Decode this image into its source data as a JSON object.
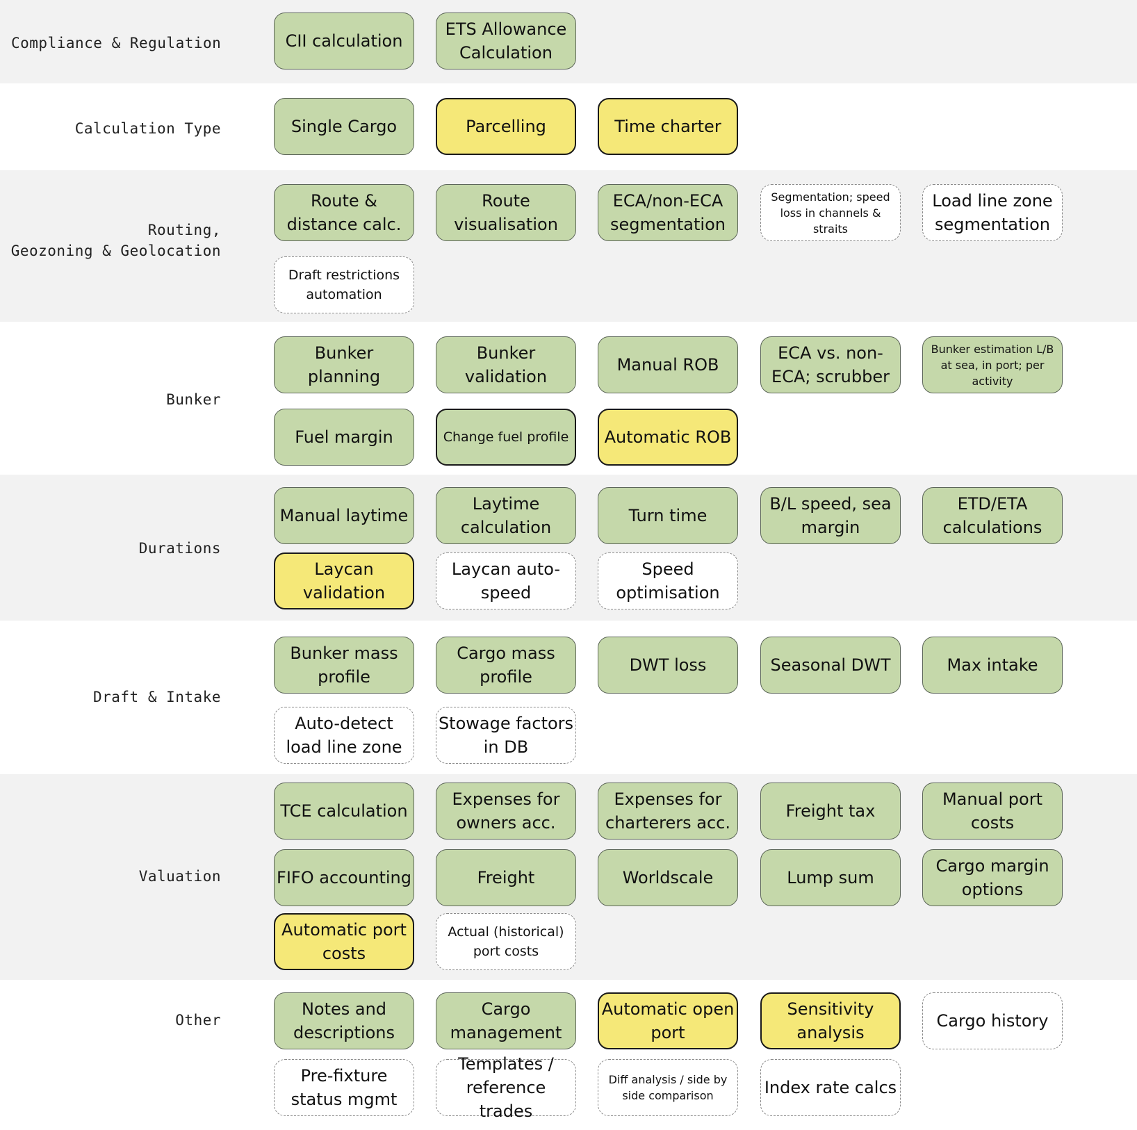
{
  "colors": {
    "implemented_fill": "#c5d8aa",
    "new_fill": "#f5e878",
    "planned_fill": "#ffffff",
    "band_shade": "#f2f2f2"
  },
  "categories": [
    {
      "label_lines": [
        "Compliance & Regulation"
      ],
      "items": [
        {
          "text": "CII calculation",
          "status": "implemented"
        },
        {
          "text": "ETS Allowance Calculation",
          "status": "implemented"
        }
      ]
    },
    {
      "label_lines": [
        "Calculation Type"
      ],
      "items": [
        {
          "text": "Single Cargo",
          "status": "implemented"
        },
        {
          "text": "Parcelling",
          "status": "new"
        },
        {
          "text": "Time charter",
          "status": "new"
        }
      ]
    },
    {
      "label_lines": [
        "Routing,",
        "Geozoning & Geolocation"
      ],
      "items": [
        {
          "text": "Route & distance calc.",
          "status": "implemented"
        },
        {
          "text": "Route visualisation",
          "status": "implemented"
        },
        {
          "text": "ECA/non-ECA segmentation",
          "status": "implemented"
        },
        {
          "text": "Segmentation; speed loss in channels & straits",
          "status": "planned"
        },
        {
          "text": "Load line zone segmentation",
          "status": "planned"
        },
        {
          "text": "Draft restrictions automation",
          "status": "planned"
        }
      ]
    },
    {
      "label_lines": [
        "Bunker"
      ],
      "items": [
        {
          "text": "Bunker planning",
          "status": "implemented"
        },
        {
          "text": "Bunker validation",
          "status": "implemented"
        },
        {
          "text": "Manual ROB",
          "status": "implemented"
        },
        {
          "text": "ECA vs. non-ECA; scrubber",
          "status": "implemented"
        },
        {
          "text": "Bunker estimation L/B at sea, in port; per activity",
          "status": "implemented"
        },
        {
          "text": "Fuel margin",
          "status": "implemented"
        },
        {
          "text": "Change fuel profile",
          "status": "implemented-outlined"
        },
        {
          "text": "Automatic ROB",
          "status": "new"
        }
      ]
    },
    {
      "label_lines": [
        "Durations"
      ],
      "items": [
        {
          "text": "Manual laytime",
          "status": "implemented"
        },
        {
          "text": "Laytime calculation",
          "status": "implemented"
        },
        {
          "text": "Turn time",
          "status": "implemented"
        },
        {
          "text": "B/L speed, sea margin",
          "status": "implemented"
        },
        {
          "text": "ETD/ETA calculations",
          "status": "implemented"
        },
        {
          "text": "Laycan validation",
          "status": "new"
        },
        {
          "text": "Laycan auto-speed",
          "status": "planned"
        },
        {
          "text": "Speed optimisation",
          "status": "planned"
        }
      ]
    },
    {
      "label_lines": [
        "Draft & Intake"
      ],
      "items": [
        {
          "text": "Bunker mass profile",
          "status": "implemented"
        },
        {
          "text": "Cargo mass profile",
          "status": "implemented"
        },
        {
          "text": "DWT loss",
          "status": "implemented"
        },
        {
          "text": "Seasonal DWT",
          "status": "implemented"
        },
        {
          "text": "Max intake",
          "status": "implemented"
        },
        {
          "text": "Auto-detect load line zone",
          "status": "planned"
        },
        {
          "text": "Stowage factors in DB",
          "status": "planned"
        }
      ]
    },
    {
      "label_lines": [
        "Valuation"
      ],
      "items": [
        {
          "text": "TCE calculation",
          "status": "implemented"
        },
        {
          "text": "Expenses for owners acc.",
          "status": "implemented"
        },
        {
          "text": "Expenses for charterers acc.",
          "status": "implemented"
        },
        {
          "text": "Freight tax",
          "status": "implemented"
        },
        {
          "text": "Manual port costs",
          "status": "implemented"
        },
        {
          "text": "FIFO accounting",
          "status": "implemented"
        },
        {
          "text": "Freight",
          "status": "implemented"
        },
        {
          "text": "Worldscale",
          "status": "implemented"
        },
        {
          "text": "Lump sum",
          "status": "implemented"
        },
        {
          "text": "Cargo margin options",
          "status": "implemented"
        },
        {
          "text": "Automatic port costs",
          "status": "new"
        },
        {
          "text": "Actual (historical) port costs",
          "status": "planned"
        }
      ]
    },
    {
      "label_lines": [
        "Other"
      ],
      "items": [
        {
          "text": "Notes and descriptions",
          "status": "implemented"
        },
        {
          "text": "Cargo management",
          "status": "implemented"
        },
        {
          "text": "Automatic open port",
          "status": "new"
        },
        {
          "text": "Sensitivity analysis",
          "status": "new"
        },
        {
          "text": "Cargo history",
          "status": "planned"
        },
        {
          "text": "Pre-fixture status mgmt",
          "status": "planned"
        },
        {
          "text": "Templates / reference trades",
          "status": "planned"
        },
        {
          "text": "Diff analysis / side by side comparison",
          "status": "planned"
        },
        {
          "text": "Index rate calcs",
          "status": "planned"
        }
      ]
    }
  ]
}
